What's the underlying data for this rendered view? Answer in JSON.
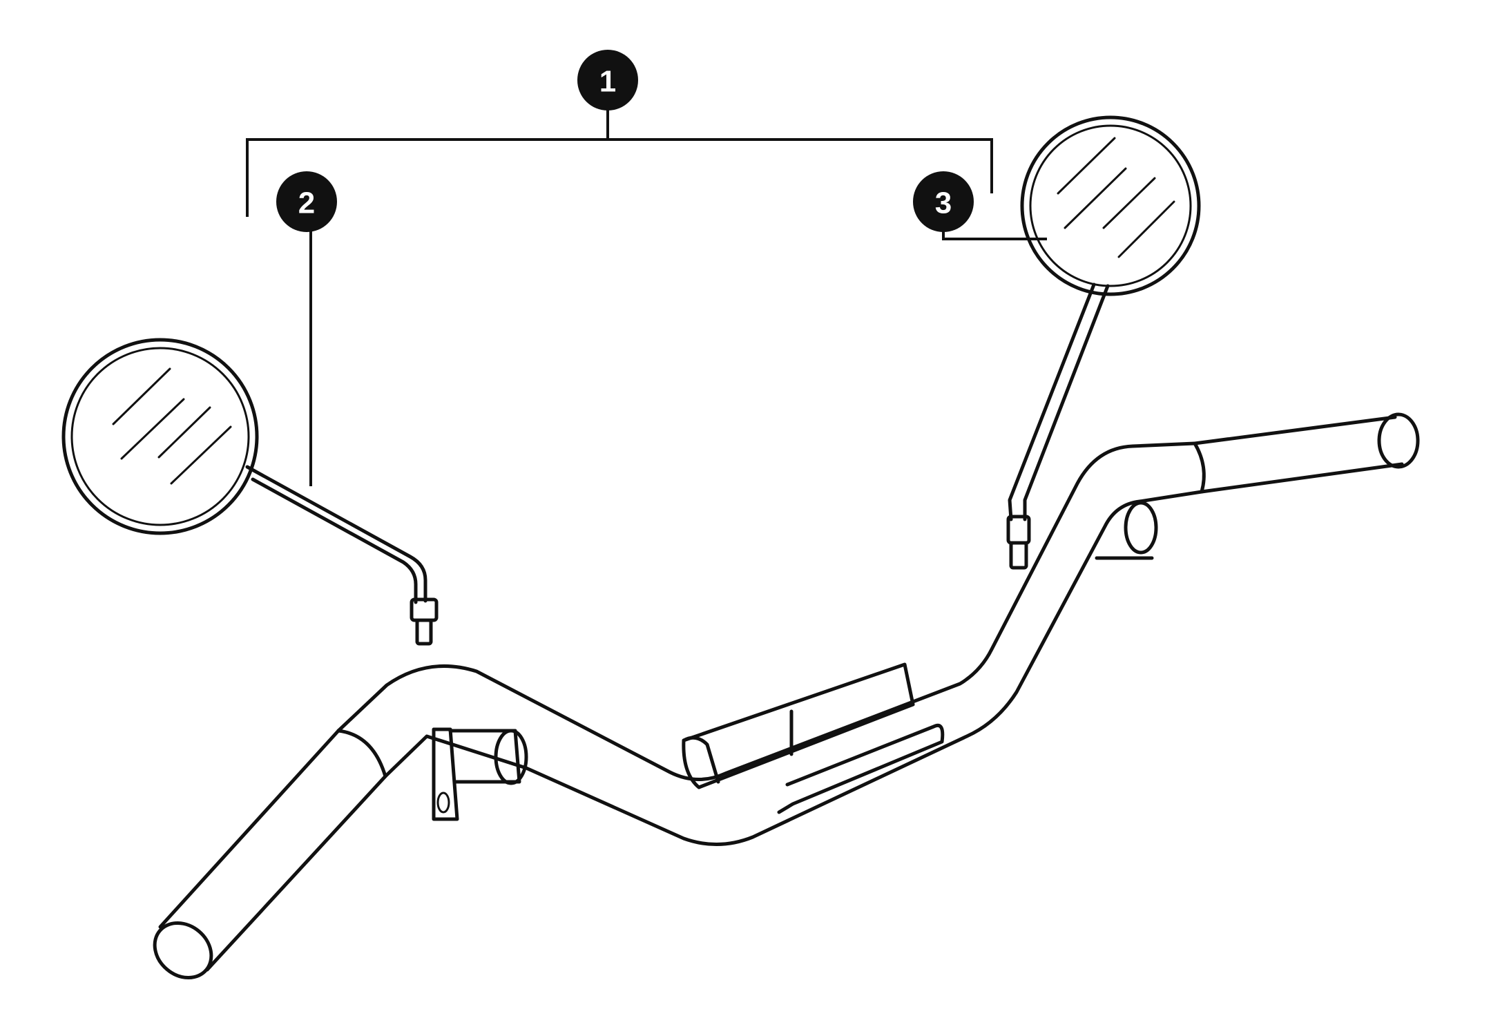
{
  "callouts": [
    {
      "id": "callout-1",
      "label": "1"
    },
    {
      "id": "callout-2",
      "label": "2"
    },
    {
      "id": "callout-3",
      "label": "3"
    }
  ],
  "colors": {
    "ink": "#111111",
    "background": "#ffffff"
  }
}
